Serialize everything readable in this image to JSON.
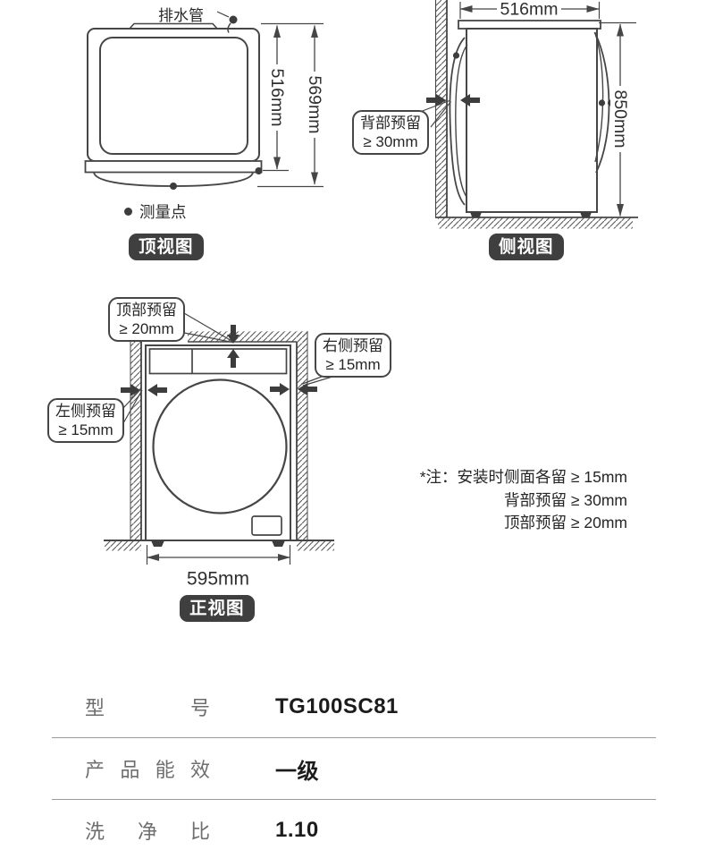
{
  "colors": {
    "line": "#464646",
    "ink": "#3d3d3d",
    "badge_bg": "#3f3f3f",
    "badge_text": "#ffffff",
    "table_label": "#6e6e6e",
    "table_value": "#1c1c1c",
    "divider": "#9b9b9b"
  },
  "top_view": {
    "badge": "顶视图",
    "drain_label": "排水管",
    "legend_label": "测量点",
    "dim_inner": "516mm",
    "dim_outer": "569mm"
  },
  "side_view": {
    "badge": "侧视图",
    "dim_width": "516mm",
    "dim_height": "850mm",
    "callout_back": {
      "line1": "背部预留",
      "line2": "≥ 30mm"
    }
  },
  "front_view": {
    "badge": "正视图",
    "dim_width": "595mm",
    "callout_top": {
      "line1": "顶部预留",
      "line2": "≥ 20mm"
    },
    "callout_right": {
      "line1": "右侧预留",
      "line2": "≥ 15mm"
    },
    "callout_left": {
      "line1": "左侧预留",
      "line2": "≥ 15mm"
    }
  },
  "note": {
    "line1": "*注：安装时侧面各留 ≥ 15mm",
    "line2": "背部预留 ≥ 30mm",
    "line3": "顶部预留 ≥ 20mm"
  },
  "spec_table": {
    "rows": [
      {
        "label": "型号",
        "value": "TG100SC81"
      },
      {
        "label": "产品能效",
        "value": "一级"
      },
      {
        "label": "洗净比",
        "value": "1.10"
      }
    ]
  }
}
